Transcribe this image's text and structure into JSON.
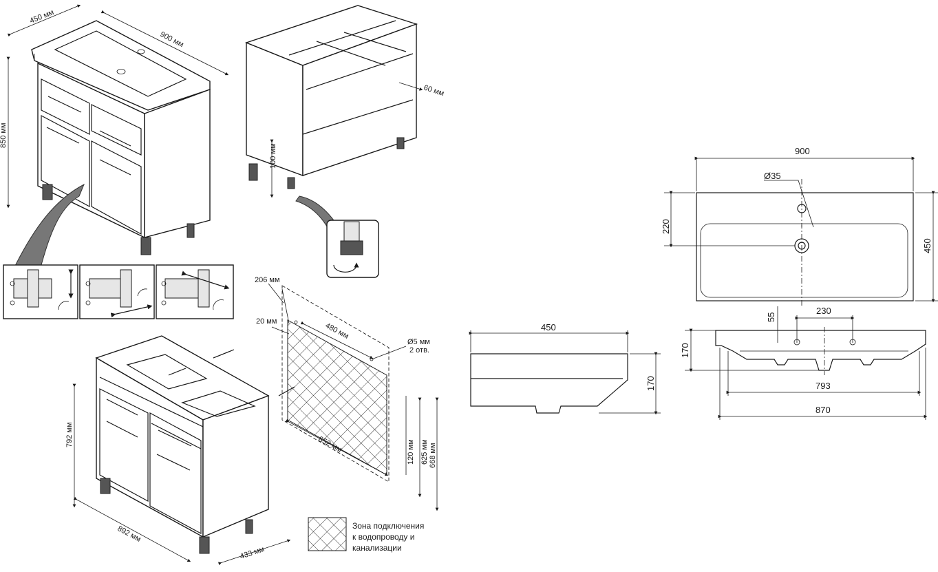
{
  "cabinet_top": {
    "depth_label": "450 мм",
    "width_label": "900 мм",
    "height_label": "850 мм"
  },
  "frame_view": {
    "offset_label": "60 мм",
    "leg_label": "100 мм"
  },
  "bottom_view": {
    "top_offset_label": "206 мм",
    "side_offset_label": "20 мм",
    "width_label": "480 мм",
    "hole_label": "Ø5 мм",
    "hole_count_label": "2 отв.",
    "zone_width_label": "852 мм",
    "h1_label": "120 мм",
    "h2_label": "625 мм",
    "h3_label": "668 мм",
    "height_label": "792 мм",
    "width_bottom_label": "892 мм",
    "depth_bottom_label": "433 мм"
  },
  "legend": {
    "line1": "Зона подключения",
    "line2": "к водопроводу и",
    "line3": "канализации"
  },
  "sink_top": {
    "width": "900",
    "hole": "Ø35",
    "depth_offset": "220",
    "depth": "450"
  },
  "sink_side": {
    "depth": "450",
    "height": "170"
  },
  "sink_front": {
    "offset": "55",
    "hole_spacing": "230",
    "height": "170",
    "inner_width": "793",
    "outer_width": "870"
  }
}
